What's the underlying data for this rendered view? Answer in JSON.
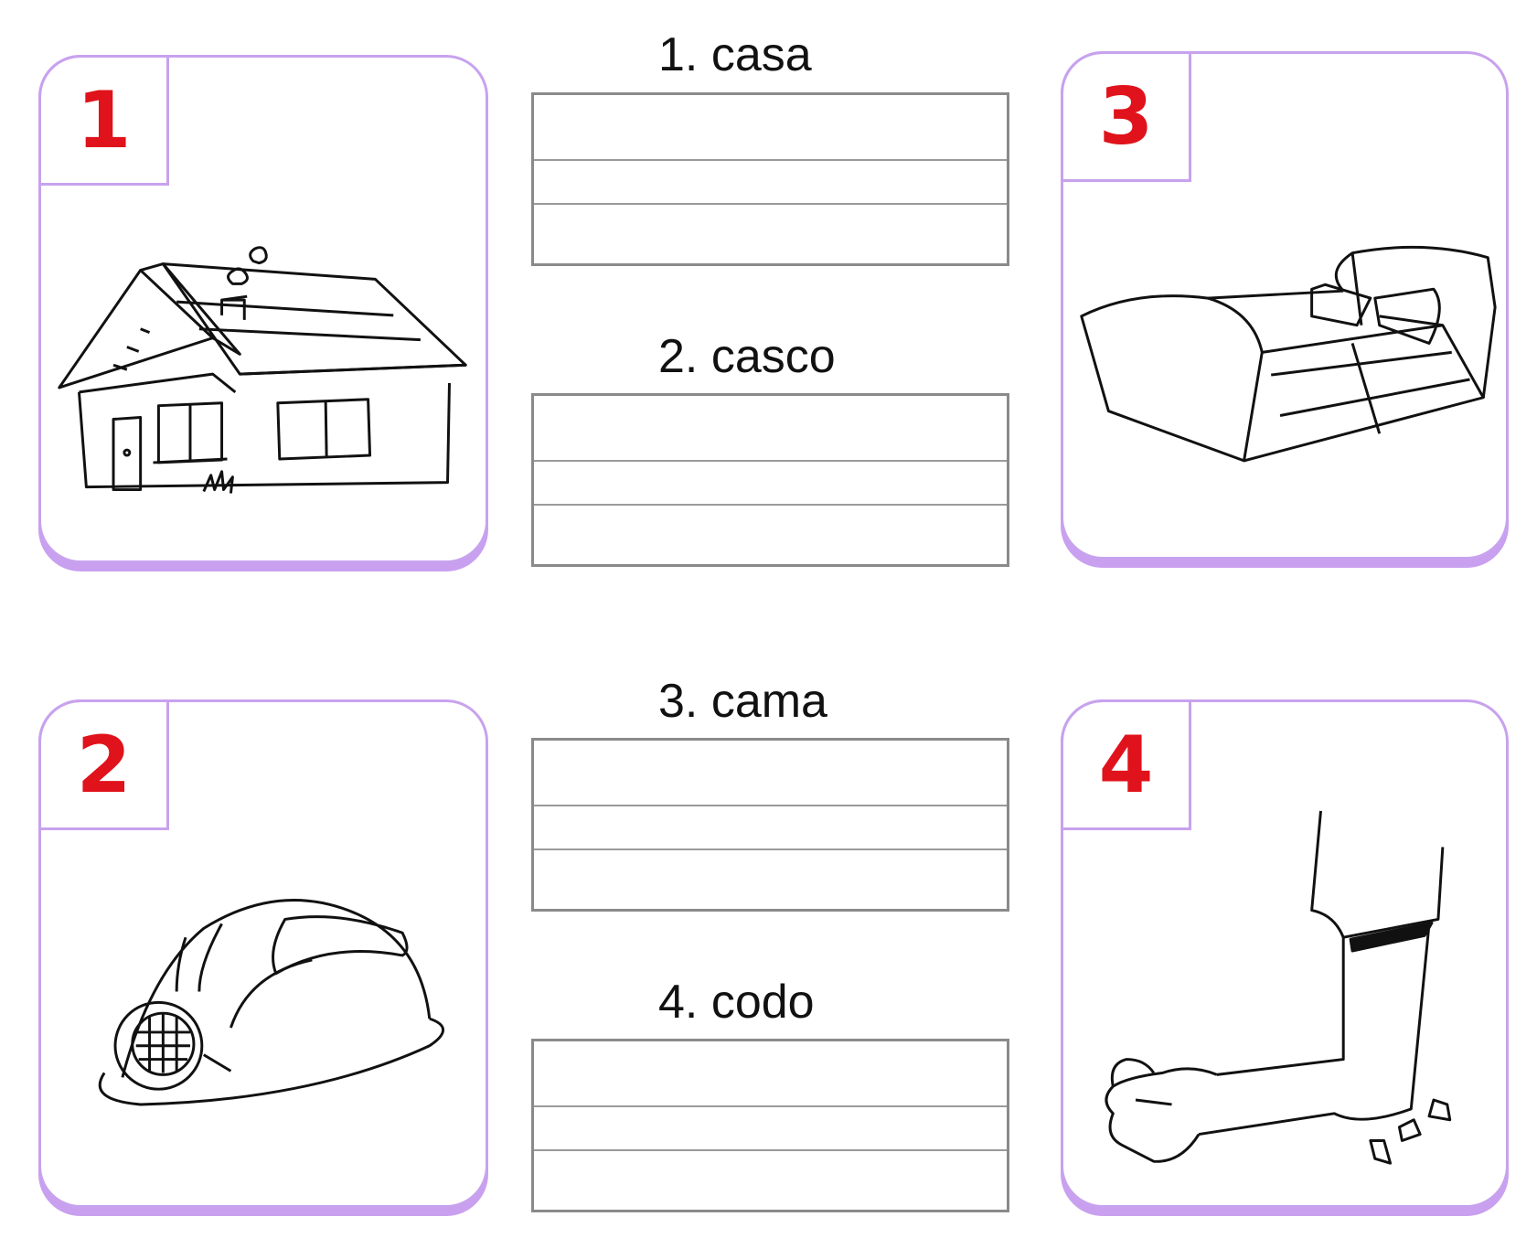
{
  "cards": [
    {
      "number": "1",
      "icon": "house-icon"
    },
    {
      "number": "2",
      "icon": "helmet-icon"
    },
    {
      "number": "3",
      "icon": "bed-icon"
    },
    {
      "number": "4",
      "icon": "elbow-icon"
    }
  ],
  "words": [
    "1. casa",
    "2. casco",
    "3. cama",
    "4. codo"
  ],
  "colors": {
    "card_border": "#c8a2ee",
    "number": "#e0121b",
    "line": "#8a8a8a"
  }
}
